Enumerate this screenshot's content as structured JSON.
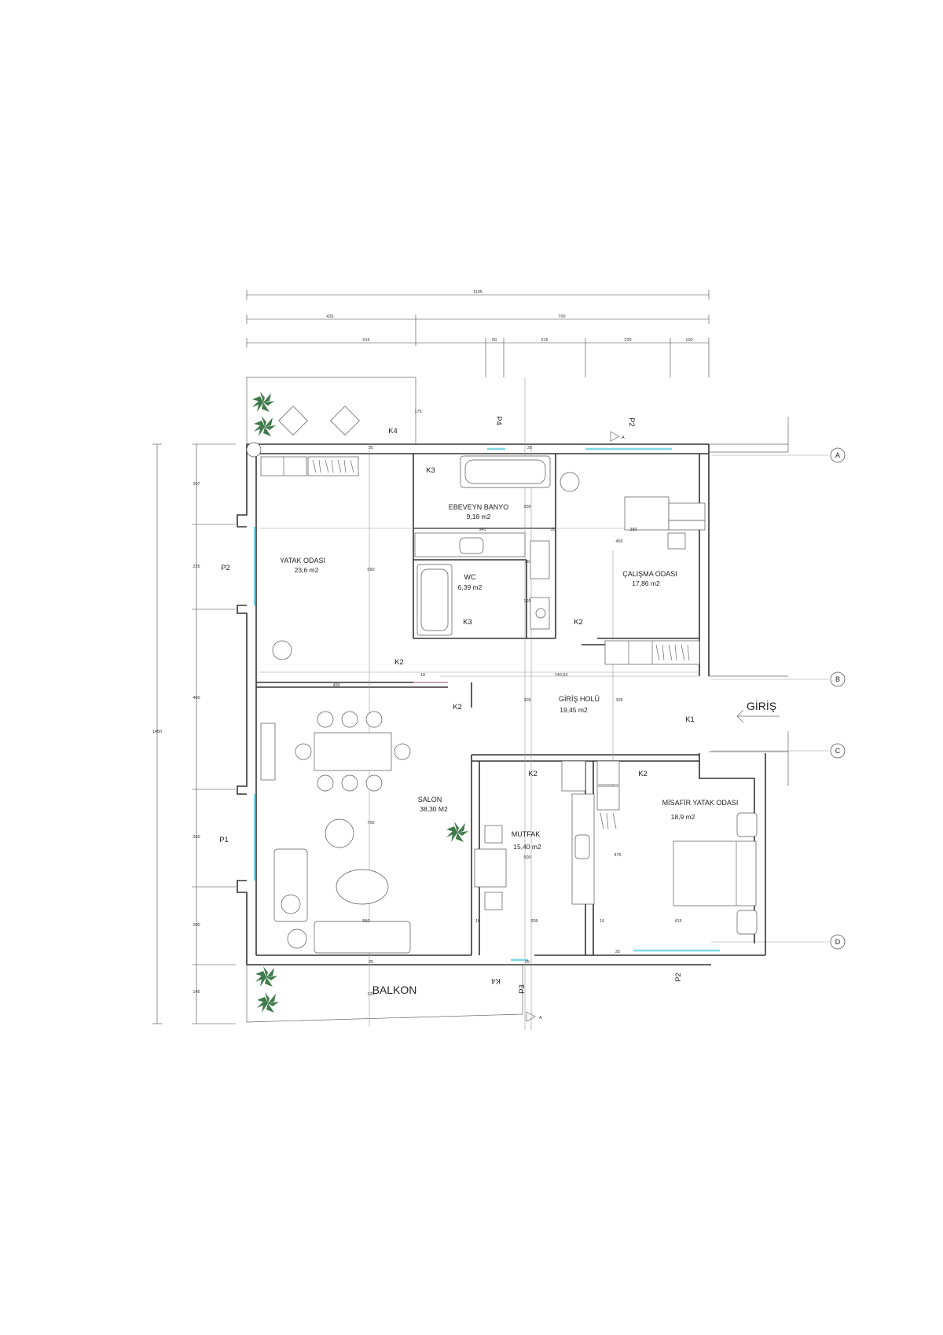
{
  "plan": {
    "rooms": [
      {
        "key": "yatak",
        "name": "YATAK ODASI",
        "area": "23,6  m2"
      },
      {
        "key": "banyo",
        "name": "EBEVEYN BANYO",
        "area": "9,18  m2"
      },
      {
        "key": "wc",
        "name": "WC",
        "area": "6,39 m2"
      },
      {
        "key": "calisma",
        "name": "ÇALIŞMA ODASI",
        "area": "17,86 m2"
      },
      {
        "key": "hol",
        "name": "GİRİŞ HOLÜ",
        "area": "19,45 m2"
      },
      {
        "key": "salon",
        "name": "SALON",
        "area": "38,30 M2"
      },
      {
        "key": "mutfak",
        "name": "MUTFAK",
        "area": "15,40 m2"
      },
      {
        "key": "misafir",
        "name": "MİSAFİR YATAK ODASI",
        "area": "18,9 m2"
      },
      {
        "key": "balkon",
        "name": "BALKON",
        "area": ""
      }
    ],
    "entrance_label": "GİRİŞ",
    "grid_axes": [
      "A",
      "B",
      "C",
      "D"
    ],
    "section_marker": "A",
    "door_tags": {
      "k4_top": "K4",
      "k3_banyo": "K3",
      "k3_wc": "K3",
      "k2_wc": "K2",
      "k2_yatak": "K2",
      "k2_salon": "K2",
      "k2_mutfak": "K2",
      "k2_misafir": "K2",
      "k1_giris": "K1",
      "k4_bottom": "K4"
    },
    "window_tags": {
      "p4_top": "P4",
      "p2_top": "P2",
      "p2_left": "P2",
      "p1_left": "P1",
      "p3_bottom": "P3",
      "p2_bottom": "P2"
    },
    "top_dimensions": {
      "overall": "1105",
      "row2": [
        "435",
        "700"
      ],
      "row3": [
        "615",
        "50",
        "215",
        "220",
        "100"
      ]
    },
    "left_dimensions": {
      "overall": "1450",
      "segments": [
        "207",
        "225",
        "460",
        "260",
        "200",
        "145"
      ]
    },
    "interior_dimensions": {
      "d25_a": "25",
      "d25_b": "25",
      "d175": "175",
      "d341": "341",
      "d380": "380",
      "d205": "205",
      "d590": "590",
      "d450": "450",
      "d20": "20",
      "d165": "165",
      "d20b": "20",
      "d400": "400",
      "d10": "10",
      "d74093": "740,93",
      "d305a": "305",
      "d305b": "305",
      "d700": "700",
      "d500": "500",
      "d475": "475",
      "d550": "550",
      "d10b": "10",
      "d305c": "305",
      "d10c": "10",
      "d415": "415",
      "d25c": "25",
      "d25d": "25",
      "d25e": "25",
      "d120": "120"
    }
  }
}
